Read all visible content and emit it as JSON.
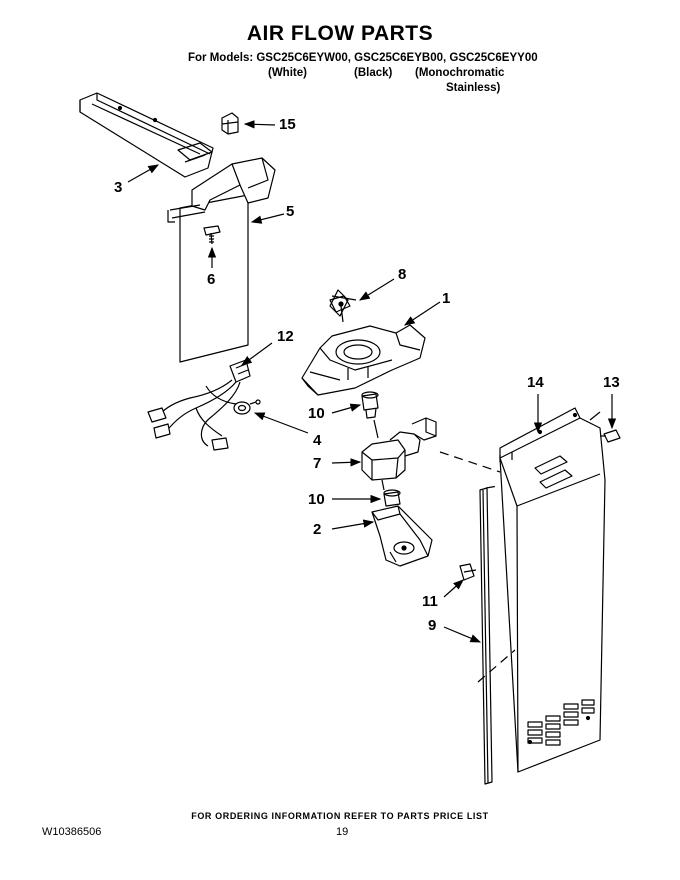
{
  "title": "AIR FLOW PARTS",
  "models_line": "For Models: GSC25C6EYW00, GSC25C6EYB00, GSC25C6EYY00",
  "variants": [
    "(White)",
    "(Black)",
    "(Monochromatic",
    "Stainless)"
  ],
  "callouts": {
    "c1": "1",
    "c2": "2",
    "c3": "3",
    "c4": "4",
    "c5": "5",
    "c6": "6",
    "c7": "7",
    "c8": "8",
    "c9": "9",
    "c10a": "10",
    "c10b": "10",
    "c11": "11",
    "c12": "12",
    "c13": "13",
    "c14": "14",
    "c15": "15"
  },
  "footer_note": "FOR ORDERING INFORMATION REFER TO PARTS PRICE LIST",
  "document_number": "W10386506",
  "page_number": "19"
}
